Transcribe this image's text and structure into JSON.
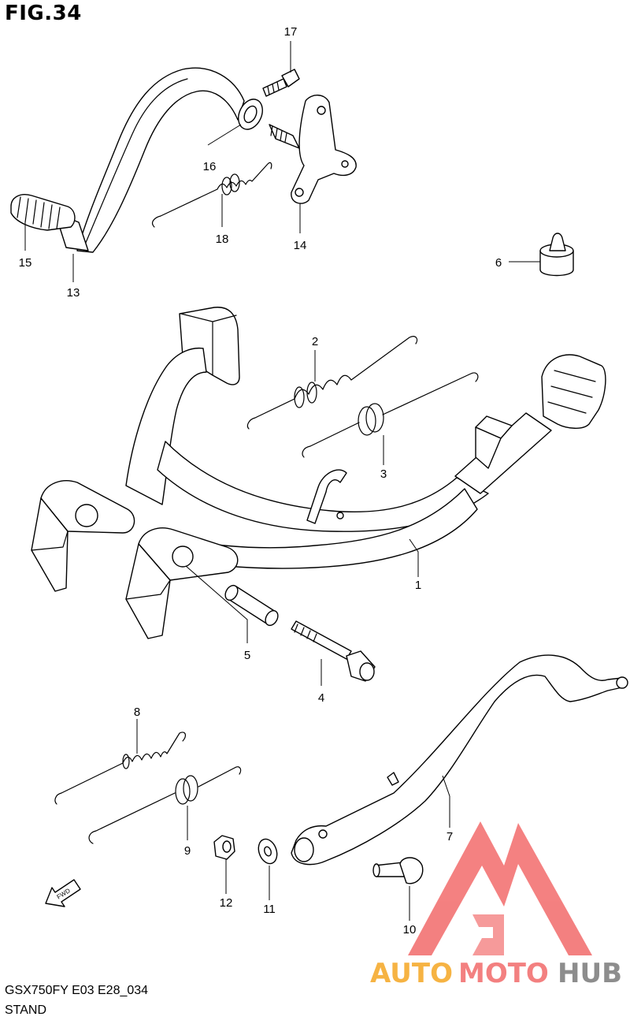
{
  "figure": {
    "title": "FIG.34",
    "code": "GSX750FY E03 E28_034",
    "section": "STAND"
  },
  "callouts": [
    "1",
    "2",
    "3",
    "4",
    "5",
    "6",
    "7",
    "8",
    "9",
    "10",
    "11",
    "12",
    "13",
    "14",
    "15",
    "16",
    "17",
    "18"
  ],
  "direction_label": "FWD",
  "watermark": {
    "brand_part1": "AUTO",
    "brand_part2": "MOTO",
    "brand_part3": "HUB",
    "color_orange": "#f5a623",
    "color_red": "#f26b6b",
    "color_gray": "#7a7a7a"
  }
}
